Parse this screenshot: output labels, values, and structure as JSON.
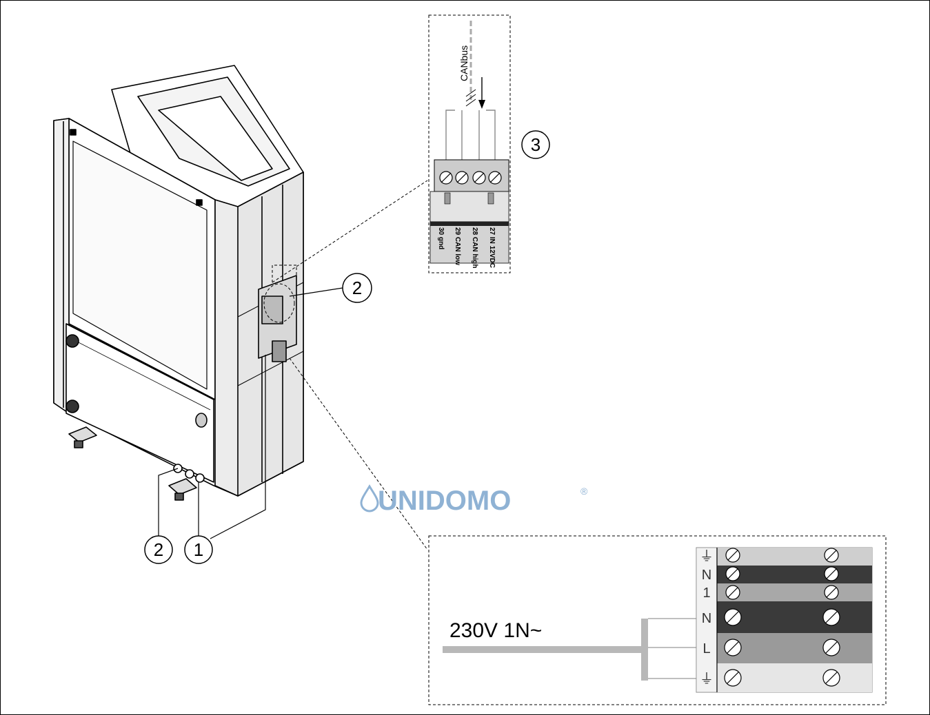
{
  "callouts": {
    "c1": "1",
    "c2_top": "2",
    "c2_bottom": "2",
    "c3": "3"
  },
  "canbus": {
    "cable_label": "CANbus",
    "terminals": [
      "27 IN 12VDC",
      "28 CAN high",
      "29 CAN low",
      "30 gnd"
    ]
  },
  "power": {
    "supply_label": "230V 1N~",
    "terminals": [
      "⏚",
      "N",
      "1",
      "N",
      "L",
      "⏚"
    ]
  },
  "watermark": {
    "brand": "UNIDOMO",
    "mark": "®"
  },
  "colors": {
    "line": "#000000",
    "cable_grey": "#b8b8b8",
    "terminal_dark": "#3a3a3a",
    "terminal_mid": "#9a9a9a",
    "terminal_light": "#cfcfcf",
    "watermark_blue": "#8fb2d4"
  }
}
